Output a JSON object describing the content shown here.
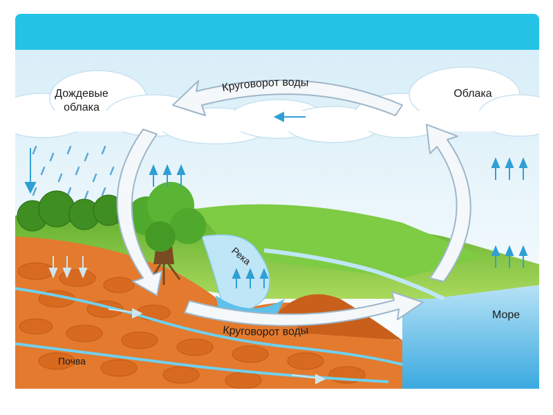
{
  "labels": {
    "rain_clouds_line1": "Дождевые",
    "rain_clouds_line2": "облака",
    "clouds": "Облака",
    "river": "Река",
    "sea": "Море",
    "soil": "Почва",
    "cycle_top": "Круговорот воды",
    "cycle_bottom": "Круговорот воды"
  },
  "colors": {
    "header": "#25c3e6",
    "sky": "#e9f6fc",
    "arrow_fill": "#f4f8fb",
    "arrow_stroke": "#9fb6c8",
    "small_arrows": "#2f9fd4",
    "soil": "#e37a2e",
    "grass": "#7fc444",
    "water": "#5fc0ea"
  },
  "icons": {
    "small_arrow": "arrow-icon",
    "tree": "tree-icon"
  }
}
